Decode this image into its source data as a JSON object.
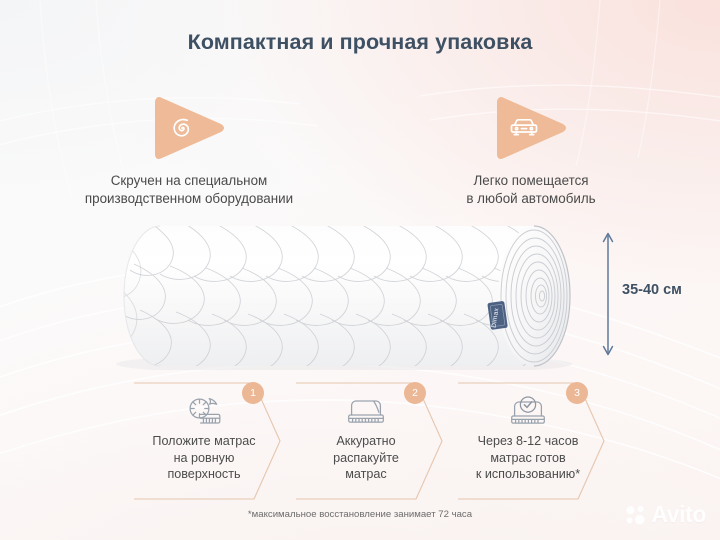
{
  "header": {
    "title": "Компактная и прочная упаковка",
    "title_color": "#3e5164"
  },
  "features": [
    {
      "icon": "spiral-roll-icon",
      "caption": "Скручен на специальном\nпроизводственном оборудовании",
      "badge_color": "#efbb98"
    },
    {
      "icon": "car-icon",
      "caption": "Легко помещается\nв любой автомобиль",
      "badge_color": "#efbb98"
    }
  ],
  "product": {
    "image_name": "rolled-mattress",
    "brand_tag": "Dimax",
    "brand_tag_color": "#4a5f78"
  },
  "dimension": {
    "label": "35-40 см",
    "arrow_color": "#5f7a93"
  },
  "steps": [
    {
      "number": "1",
      "icon": "rolling-mattress-icon",
      "text": "Положите матрас\nна ровную\nповерхность"
    },
    {
      "number": "2",
      "icon": "mattress-icon",
      "text": "Аккуратно\nраспакуйте\nматрас"
    },
    {
      "number": "3",
      "icon": "mattress-check-icon",
      "text": "Через 8-12 часов\nматрас готов\nк использованию*"
    }
  ],
  "footnote": "*максимальное восстановление занимает 72 часа",
  "watermark": {
    "text": "Avito",
    "icon": "avito-dots-icon"
  },
  "palette": {
    "peach": "#efbb98",
    "peach_outline": "#e8c4ab",
    "slate": "#3e5164",
    "body_text": "#4a4a4a",
    "bg_pink": "#fae0db",
    "bg_white": "#fafafa"
  }
}
